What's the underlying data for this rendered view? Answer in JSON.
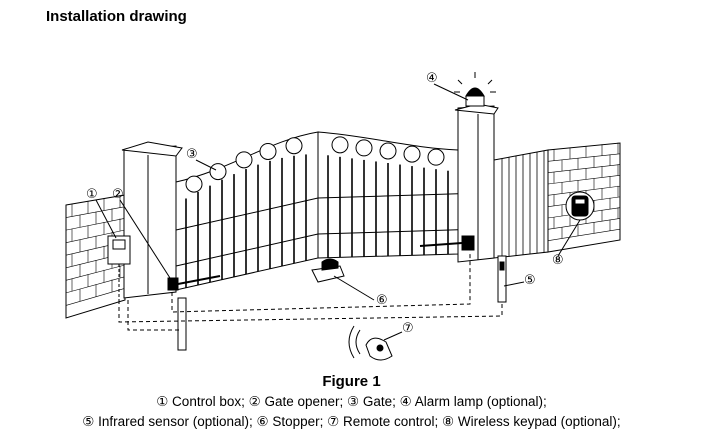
{
  "header": {
    "title": "Installation drawing"
  },
  "callouts": {
    "n1": "①",
    "n2": "②",
    "n3": "③",
    "n4": "④",
    "n5": "⑤",
    "n6": "⑥",
    "n7": "⑦",
    "n8": "⑧"
  },
  "figure": {
    "label": "Figure 1",
    "caption_line1": "① Control box; ② Gate opener; ③ Gate; ④ Alarm lamp (optional);",
    "caption_line2": "⑤ Infrared sensor (optional); ⑥ Stopper; ⑦ Remote control; ⑧ Wireless keypad (optional);"
  }
}
